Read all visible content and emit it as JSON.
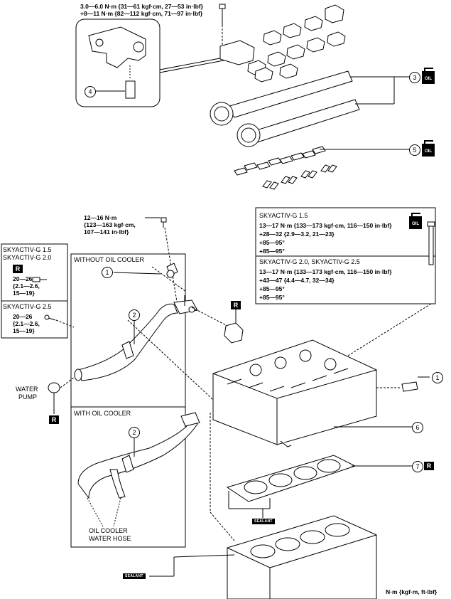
{
  "torque_top": {
    "line1": "3.0—6.0 N·m {31—61 kgf·cm, 27—53 in·lbf}",
    "line2": "+8—11 N·m {82—112 kgf·cm, 71—97 in·lbf}"
  },
  "torque_middle": {
    "line1": "12—16 N·m",
    "line2": "{123—163 kgf·cm,",
    "line3": "107—141 in·lbf}"
  },
  "left_box": {
    "section1_line1": "SKYACTIV-G 1.5",
    "section1_line2": "SKYACTIV-G 2.0",
    "section1_val1": "20—26",
    "section1_val2": "{2.1—2.6,",
    "section1_val3": "15—19}",
    "section2_title": "SKYACTIV-G 2.5",
    "section2_val1": "20—26",
    "section2_val2": "{2.1—2.6,",
    "section2_val3": "15—19}"
  },
  "right_box": {
    "section1_title": "SKYACTIV-G 1.5",
    "section1_lines": [
      "13—17 N·m {133—173 kgf·cm, 116—150 in·lbf}",
      "+28—32 {2.9—3.2, 21—23}",
      "+85—95°",
      "+85—95°"
    ],
    "section2_title": "SKYACTIV-G 2.0, SKYACTIV-G 2.5",
    "section2_lines": [
      "13—17 N·m {133—173 kgf·cm, 116—150 in·lbf}",
      "+43—47 {4.4—4.7, 32—34}",
      "+85—95°",
      "+85—95°"
    ]
  },
  "panels": {
    "without_oil_cooler": "WITHOUT OIL COOLER",
    "with_oil_cooler": "WITH OIL COOLER"
  },
  "labels": {
    "water_pump_1": "WATER",
    "water_pump_2": "PUMP",
    "oil_cooler_hose_1": "OIL COOLER",
    "oil_cooler_hose_2": "WATER HOSE",
    "units": "N·m {kgf·m, ft·lbf}"
  },
  "callouts": [
    "1",
    "2",
    "3",
    "4",
    "5",
    "6",
    "7"
  ],
  "badges": {
    "replace": "R",
    "sealant": "SEALANT",
    "oil": "OIL"
  }
}
